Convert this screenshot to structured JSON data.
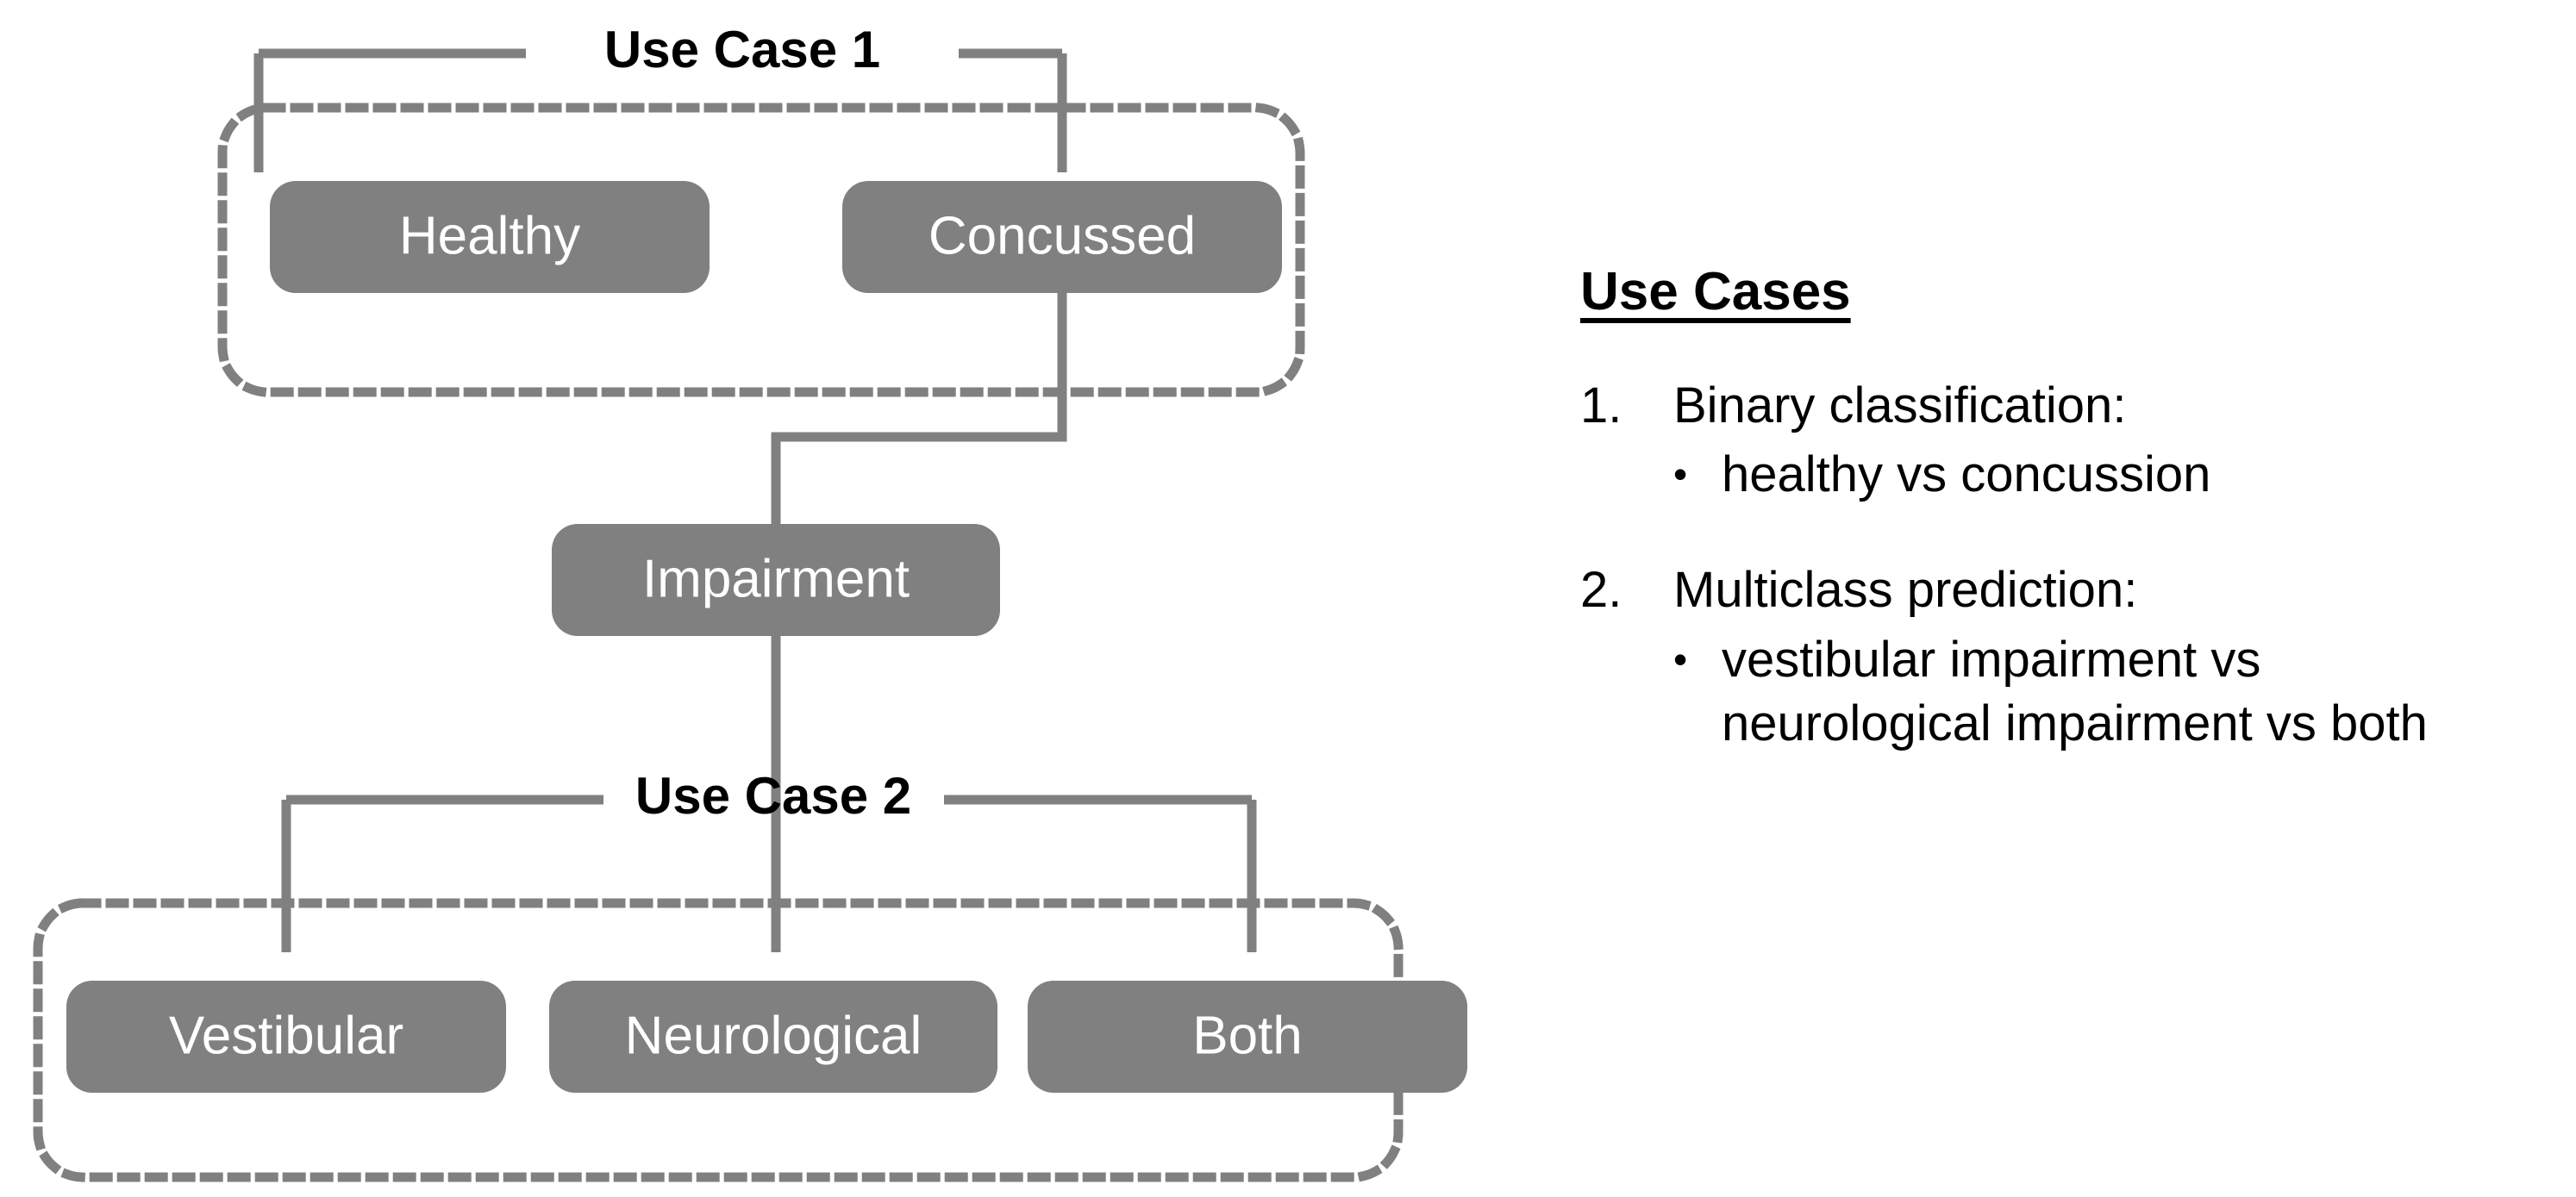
{
  "colors": {
    "node_fill": "#808080",
    "node_text": "#ffffff",
    "connector": "#808080",
    "dotted_border": "#808080",
    "caption_text": "#000000",
    "legend_text": "#000000",
    "background": "#ffffff"
  },
  "diagram": {
    "group_captions": {
      "use_case_1": "Use Case 1",
      "use_case_2": "Use Case 2"
    },
    "nodes": {
      "healthy": "Healthy",
      "concussed": "Concussed",
      "impairment": "Impairment",
      "vestibular": "Vestibular",
      "neurological": "Neurological",
      "both": "Both"
    }
  },
  "legend": {
    "title": "Use Cases",
    "items": [
      {
        "number": "1.",
        "heading": "Binary classification:",
        "bullet": "•",
        "detail": "healthy vs concussion"
      },
      {
        "number": "2.",
        "heading": "Multiclass prediction:",
        "bullet": "•",
        "detail": "vestibular impairment vs neurological impairment vs both"
      }
    ]
  }
}
